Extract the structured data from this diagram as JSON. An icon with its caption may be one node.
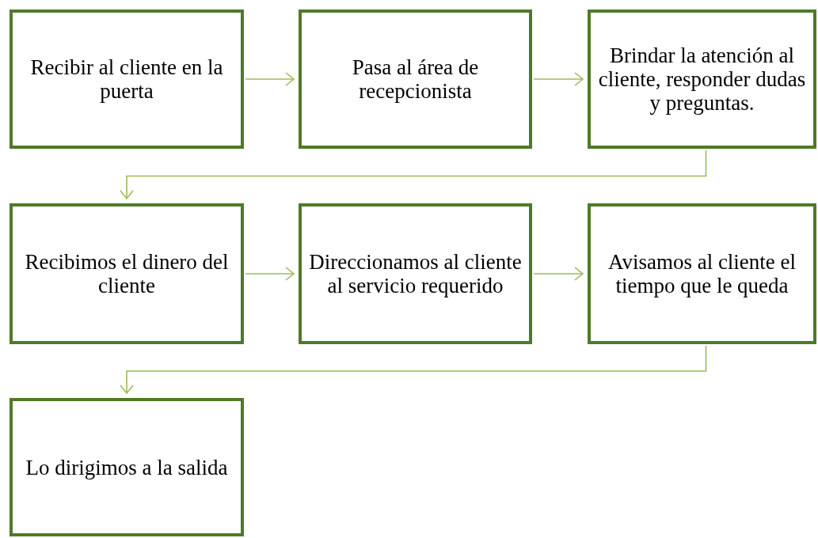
{
  "diagram": {
    "nodes": [
      {
        "text": [
          "Recibir al cliente en la puerta"
        ]
      },
      {
        "text": [
          "Pasa al área de recepcionista"
        ]
      },
      {
        "text": [
          "Brindar la atención al cliente, responder dudas y preguntas."
        ]
      },
      {
        "text": [
          "Recibimos el dinero del cliente"
        ]
      },
      {
        "text": [
          "Direccionamos al cliente al servicio requerido"
        ]
      },
      {
        "text": [
          "Avisamos al cliente el tiempo que le queda"
        ]
      },
      {
        "text": [
          "Lo dirigimos a la salida"
        ]
      }
    ],
    "edges": [
      {
        "from": 0,
        "to": 1,
        "arrow": "to"
      },
      {
        "from": 1,
        "to": 2,
        "arrow": "to"
      },
      {
        "from": 2,
        "to": 3,
        "arrow": "to"
      },
      {
        "from": 3,
        "to": 4,
        "arrow": "to"
      },
      {
        "from": 4,
        "to": 5,
        "arrow": "to"
      },
      {
        "from": 5,
        "to": 6,
        "arrow": "to"
      }
    ]
  }
}
